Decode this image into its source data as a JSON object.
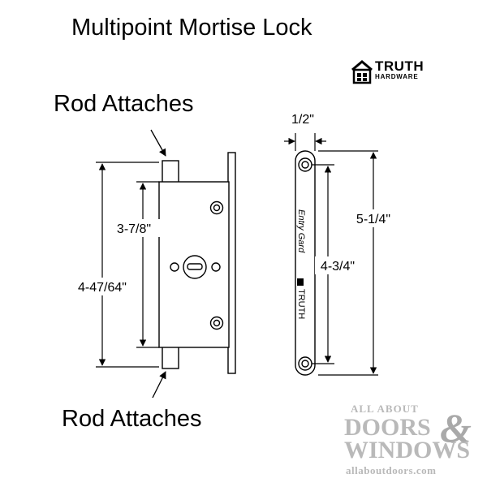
{
  "title": "Multipoint Mortise Lock",
  "logo": {
    "brand": "TRUTH",
    "sub": "HARDWARE",
    "icon": "house-window-icon"
  },
  "labels": {
    "rod_top": "Rod Attaches",
    "rod_bottom": "Rod Attaches"
  },
  "dimensions": {
    "lock_height": "4-47/64\"",
    "hole_spacing": "3-7/8\"",
    "plate_width": "1/2\"",
    "plate_hole_spacing": "4-3/4\"",
    "plate_length": "5-1/4\""
  },
  "faceplate": {
    "model_text": "Entry Gard",
    "brand_text": "TRUTH"
  },
  "watermark": {
    "line1": "ALL ABOUT",
    "line2": "DOORS",
    "amp": "&",
    "line3": "WINDOWS",
    "url": "allaboutdoors.com"
  }
}
